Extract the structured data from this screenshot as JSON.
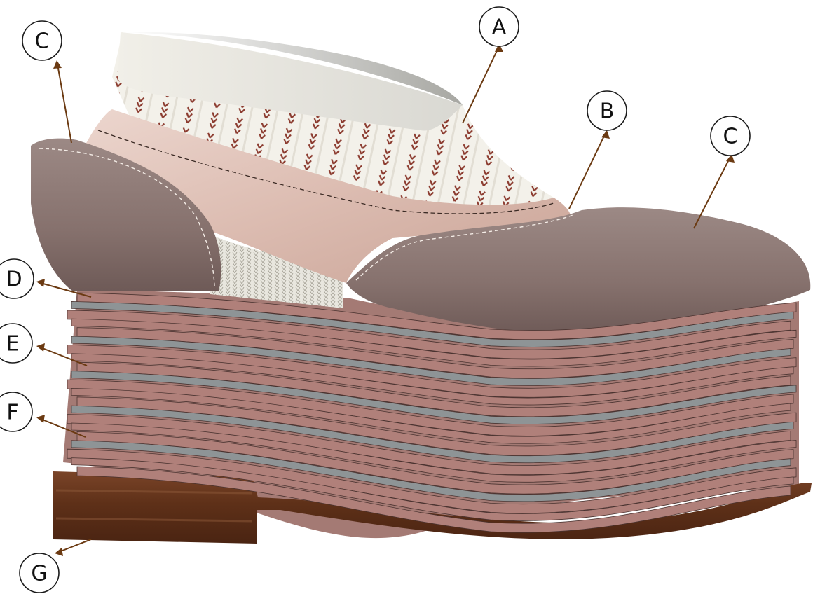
{
  "labels": [
    {
      "id": "A",
      "text": "A",
      "part": "knit-sock-collar"
    },
    {
      "id": "B",
      "text": "B",
      "part": "quarter-panel"
    },
    {
      "id": "C1",
      "text": "C",
      "part": "heel-counter"
    },
    {
      "id": "C2",
      "text": "C",
      "part": "toe-vamp"
    },
    {
      "id": "D",
      "text": "D",
      "part": "upper-platform-layer"
    },
    {
      "id": "E",
      "text": "E",
      "part": "middle-platform-layer"
    },
    {
      "id": "F",
      "text": "F",
      "part": "lower-platform-layer"
    },
    {
      "id": "G",
      "text": "G",
      "part": "wooden-heel-block"
    }
  ],
  "colors": {
    "leader": "#6b3a12",
    "suede": "#8c7672",
    "quarter_leather": "#e2c7bd",
    "knit": "#f3f1ea",
    "knit_stripe": "#8b3a2e",
    "platform_pink": "#b0807a",
    "platform_grey": "#8e9496",
    "heel_wood": "#6a3a22"
  }
}
